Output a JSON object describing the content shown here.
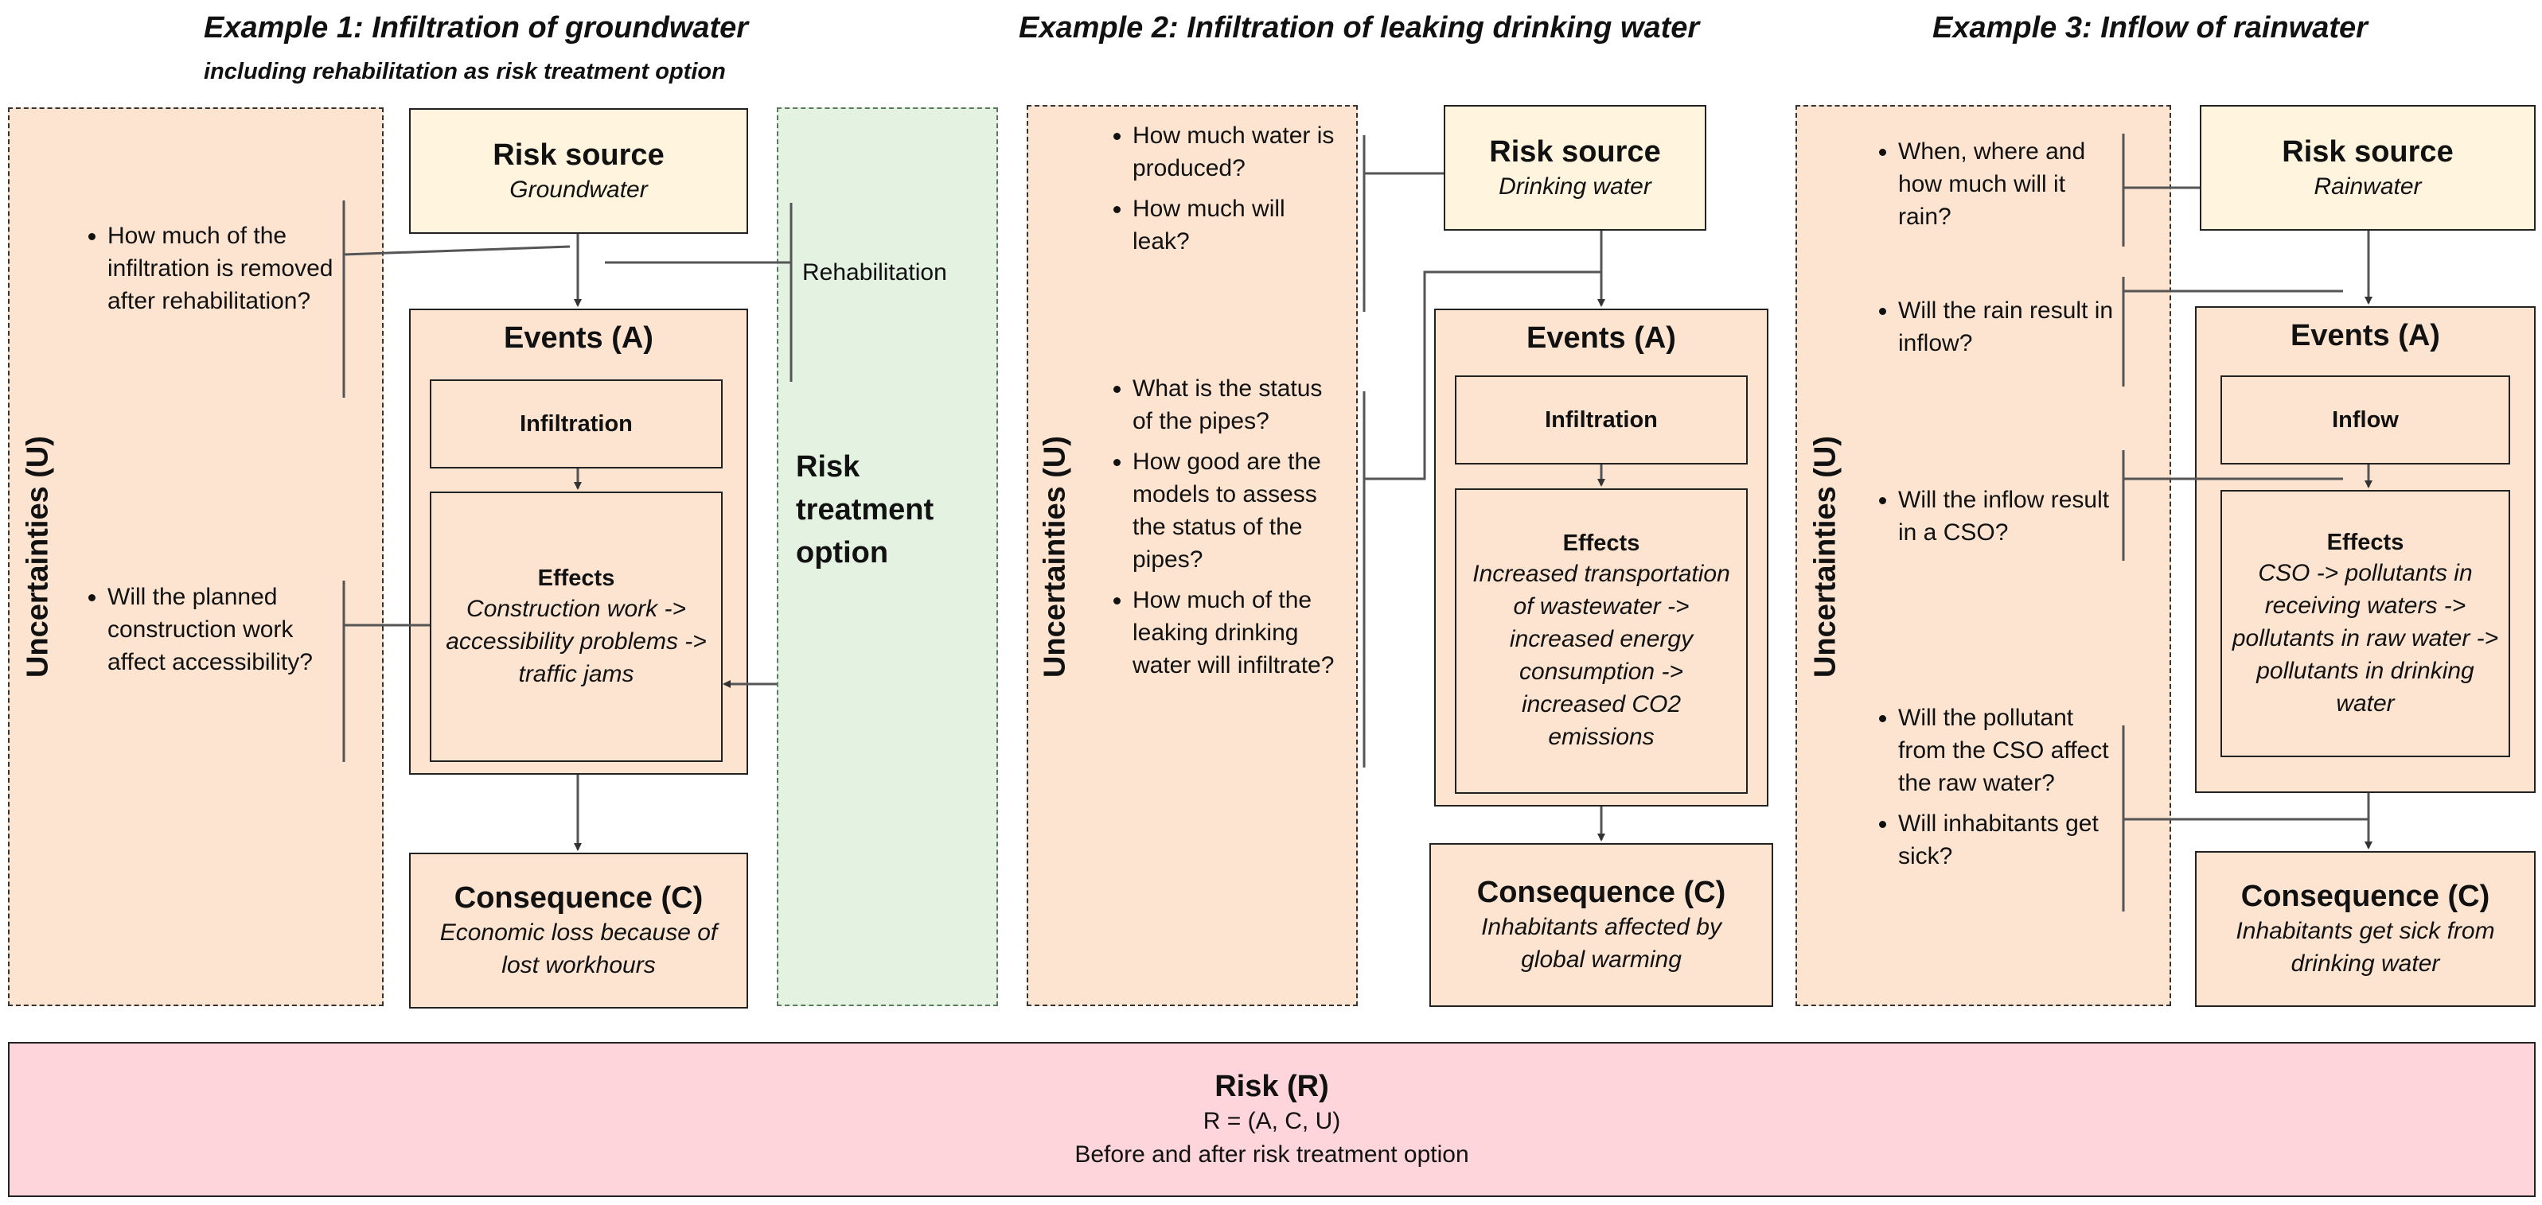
{
  "titles": {
    "ex1": "Example 1: Infiltration of groundwater",
    "ex1_sub": "including rehabilitation as risk treatment option",
    "ex2": "Example 2: Infiltration of leaking drinking water",
    "ex3": "Example 3: Inflow of rainwater"
  },
  "common": {
    "uncertainties": "Uncertainties (U)",
    "risk_source": "Risk source",
    "events": "Events (A)",
    "effects": "Effects",
    "consequence": "Consequence (C)"
  },
  "ex1": {
    "source": "Groundwater",
    "event": "Infiltration",
    "effects": "Construction work -> accessibility problems -> traffic jams",
    "consequence": "Economic loss because of lost workhours",
    "rehabilitation": "Rehabilitation",
    "risk_treatment": "Risk treatment option",
    "q1": "How much of the infiltration is removed after rehabilitation?",
    "q2": "Will the planned construction work affect accessibility?"
  },
  "ex2": {
    "source": "Drinking water",
    "event": "Infiltration",
    "effects": "Increased transportation of wastewater -> increased energy consumption -> increased CO2 emissions",
    "consequence": "Inhabitants affected by global warming",
    "q1": "How much water is produced?",
    "q2": "How much will leak?",
    "q3": "What is the status of the pipes?",
    "q4": "How good are the models to assess the status of the pipes?",
    "q5": "How much of the leaking drinking water will infiltrate?"
  },
  "ex3": {
    "source": "Rainwater",
    "event": "Inflow",
    "effects": "CSO -> pollutants in receiving waters -> pollutants in raw water -> pollutants in drinking water",
    "consequence": "Inhabitants get sick from drinking water",
    "q1": "When, where and how much will it rain?",
    "q2": "Will the rain result in inflow?",
    "q3": "Will the inflow result in a CSO?",
    "q4": "Will the pollutant from the CSO affect the raw water?",
    "q5": "Will inhabitants get sick?"
  },
  "risk": {
    "title": "Risk (R)",
    "formula": "R = (A, C, U)",
    "note": "Before and after risk treatment option"
  },
  "colors": {
    "peach": "#fce4d0",
    "cream": "#fff4dd",
    "green": "#e3f2e1",
    "risk_pink": "#fdd5da"
  }
}
